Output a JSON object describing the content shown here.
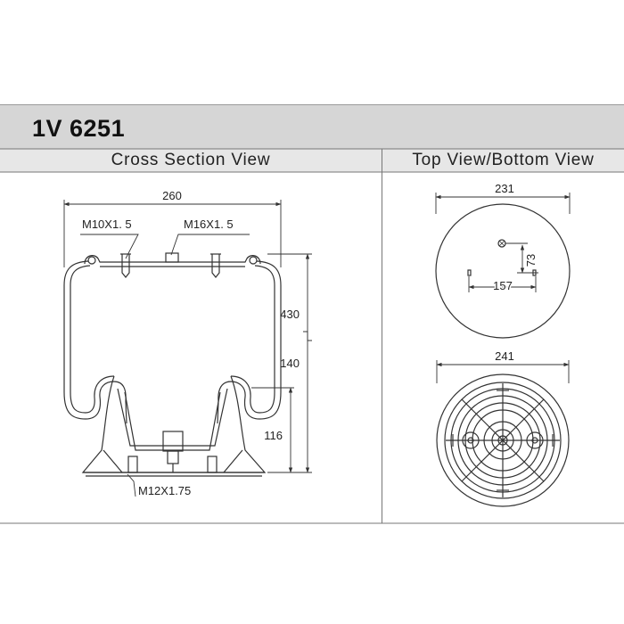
{
  "part_number": "1V 6251",
  "panels": {
    "cross_section": {
      "title": "Cross Section View"
    },
    "top_bottom": {
      "title": "Top View/Bottom View"
    }
  },
  "dimensions": {
    "overall_diameter": "260",
    "thread_left": "M10X1. 5",
    "thread_center": "M16X1. 5",
    "max_height": "430",
    "min_height": "140",
    "piston_height": "116",
    "base_thread": "M12X1.75",
    "top_diameter": "231",
    "stud_spacing": "157",
    "offset": "73",
    "bottom_diameter": "241"
  },
  "colors": {
    "line": "#333333",
    "title_bar": "#d6d6d6",
    "header_band": "#e7e7e7"
  }
}
